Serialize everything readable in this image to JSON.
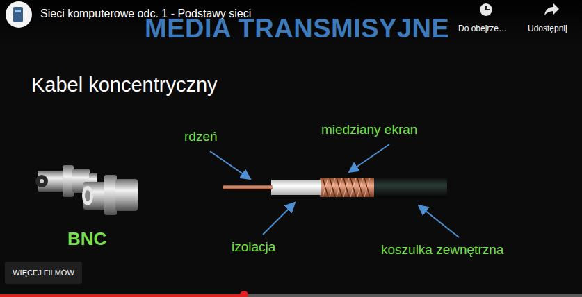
{
  "diagram": {
    "title": "MEDIA TRANSMISYJNE",
    "nodes": [
      {
        "text": [
          "WIĘCEJ FILMÓW"
        ]
      }
    ],
    "labels": [
      "Sieci komputerowe odc. 1 - Podstawy sieci",
      "Do obejrze…",
      "Udostępnij",
      "Kabel koncentryczny",
      "rdzeń",
      "miedziany ekran",
      "BNC",
      "izolacja",
      "koszulka zewnętrzna"
    ]
  }
}
